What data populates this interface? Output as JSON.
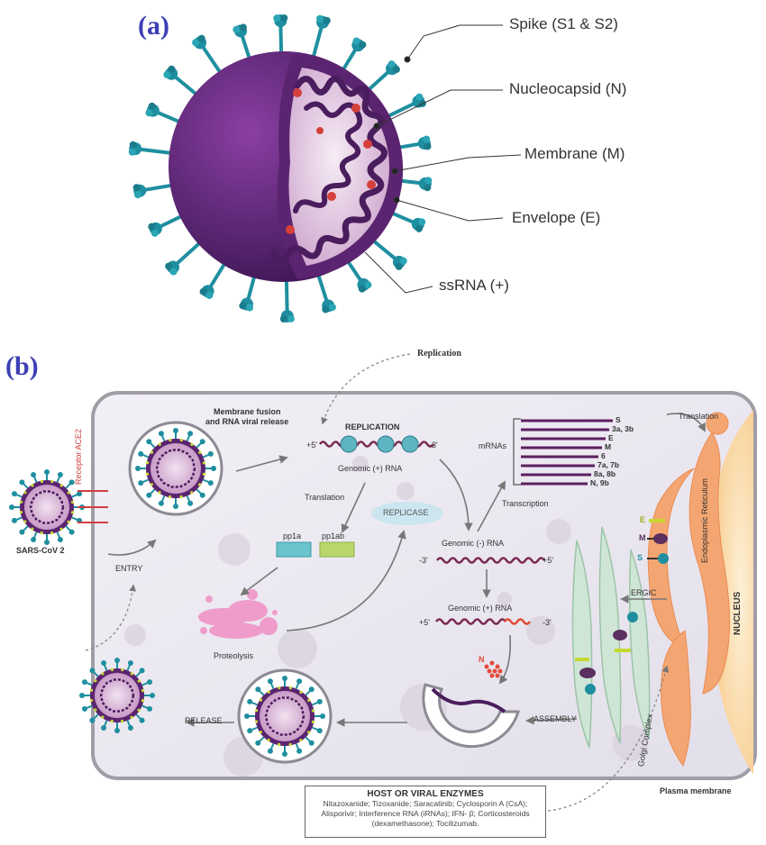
{
  "panel_a": {
    "tag": "(a)",
    "labels": {
      "spike": "Spike (S1 & S2)",
      "nucleocapsid": "Nucleocapsid (N)",
      "membrane": "Membrane (M)",
      "envelope": "Envelope (E)",
      "ssrna": "ssRNA (+)"
    }
  },
  "panel_b": {
    "tag": "(b)",
    "replication_top": "Replication",
    "fusion": [
      "Membrane fusion",
      "and RNA viral release"
    ],
    "receptor": "Receptor ACE2",
    "sars": "SARS-CoV 2",
    "entry": "ENTRY",
    "replication": "REPLICATION",
    "genomic_plus": "Genomic (+) RNA",
    "five_prime": "+5'",
    "three_prime": "-3'",
    "translation": "Translation",
    "pp1a": "pp1a",
    "pp1ab": "pp1ab",
    "replicase": "REPLICASE",
    "proteolysis": "Proteolysis",
    "mrnas": "mRNAs",
    "mrna_genes": [
      "S",
      "3a, 3b",
      "E",
      "M",
      "6",
      "7a, 7b",
      "8a, 8b",
      "N, 9b"
    ],
    "transcription": "Transcription",
    "translation_er": "Translation",
    "genomic_minus": "Genomic (-) RNA",
    "minus3": "-3'",
    "plus5": "+5'",
    "genomic_plus2": "Genomic (+) RNA",
    "plus5b": "+5'",
    "minus3b": "-3'",
    "n_label": "N",
    "e_label": "E",
    "m_label": "M",
    "s_label": "S",
    "ergic": "ERGIC",
    "er": "Endoplasmic Reticulum",
    "nucleus": "NUCLEUS",
    "golgi": "Golgi Complex",
    "assembly": "ASSEMBLY",
    "release": "RELEASE",
    "plasma": "Plasma membrane",
    "host_title": "HOST OR VIRAL ENZYMES",
    "host_lines": [
      "Nitazoxanide; Tizoxanide; Saracatinib; Cyclosporin A (CsA);",
      "Alisporivir; Interference RNA (iRNAs); IFN- β; Corticosteroids",
      "(dexamethasone); Tocilizumab."
    ]
  },
  "colors": {
    "purple_dark": "#4a1d5e",
    "purple": "#6b2c82",
    "teal": "#1f8fa0",
    "lime": "#c6d930",
    "red": "#c0392b",
    "panel_tag": "#3d3fb5",
    "cell_bg": "#eeeaf3",
    "er_orange": "#f4a672",
    "nucleus_yellow": "#fbe3b0",
    "golgi_green": "#cfe6d6"
  }
}
